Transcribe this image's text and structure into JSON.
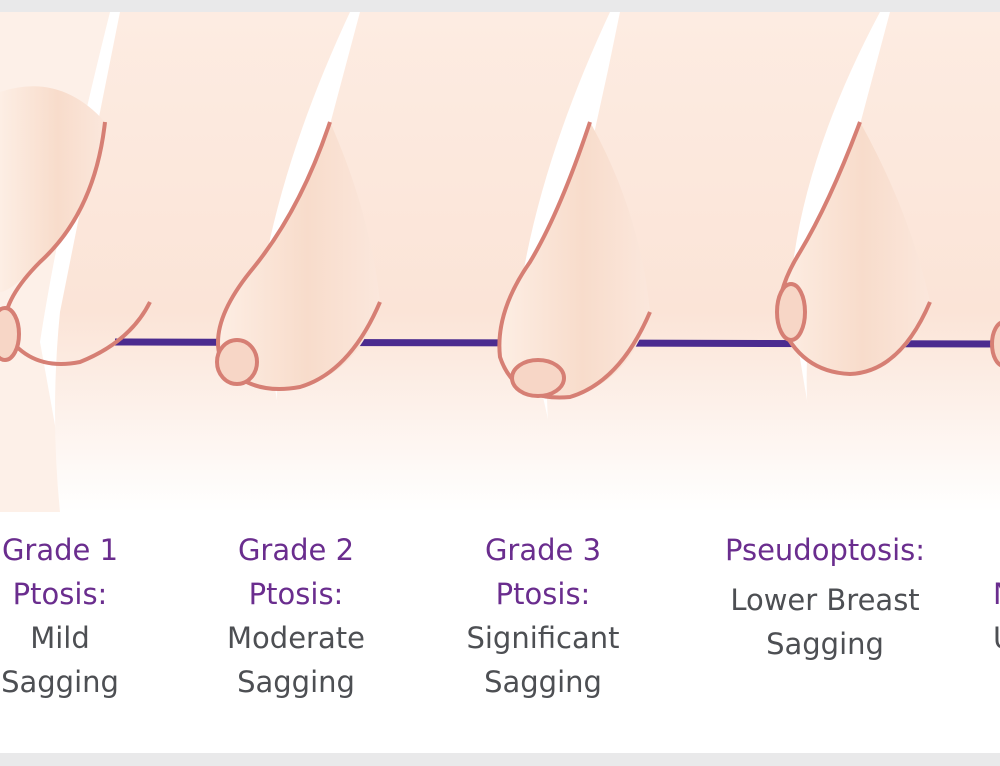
{
  "colors": {
    "title": "#6a2d8e",
    "description": "#4d4f53",
    "skin_light": "#fdeee4",
    "skin_mid": "#f6d4c3",
    "outline": "#d67f74",
    "reference_line": "#4b2b8f"
  },
  "grades": [
    {
      "title_line1": "Grade 1",
      "title_line2": "Ptosis:",
      "desc_line1": "Mild",
      "desc_line2": "Sagging"
    },
    {
      "title_line1": "Grade 2",
      "title_line2": "Ptosis:",
      "desc_line1": "Moderate",
      "desc_line2": "Sagging"
    },
    {
      "title_line1": "Grade 3",
      "title_line2": "Ptosis:",
      "desc_line1": "Significant",
      "desc_line2": "Sagging"
    },
    {
      "title_line1": "Pseudoptosis:",
      "title_line2": "",
      "desc_line1": "Lower Breast",
      "desc_line2": "Sagging"
    },
    {
      "title_line1": "N",
      "title_line2": "",
      "desc_line1": "U",
      "desc_line2": ""
    }
  ]
}
